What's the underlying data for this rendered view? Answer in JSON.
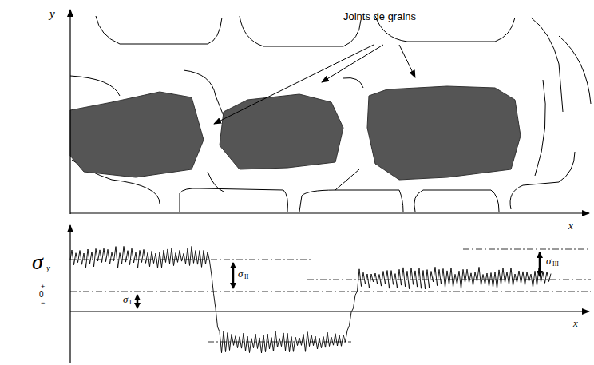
{
  "diagram": {
    "labels": [
      "Joints de grains",
      "y",
      "x",
      "σ",
      "y",
      "+",
      "0",
      "−",
      "σ",
      "I",
      "σ",
      "II",
      "σ",
      "III",
      "x"
    ]
  }
}
